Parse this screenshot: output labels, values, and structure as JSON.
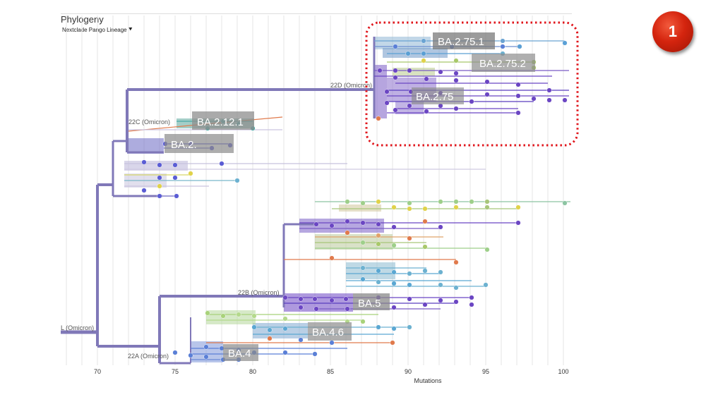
{
  "panel": {
    "title": "Phylogeny",
    "coloring_dropdown": {
      "label": "Nextclade Pango Lineage",
      "icon": "chevron-down-icon"
    }
  },
  "badge": {
    "number": "1",
    "color": "#d4240e"
  },
  "axis": {
    "label": "Mutations",
    "range": [
      67.5,
      100.5
    ],
    "ticks": [
      "70",
      "75",
      "80",
      "85",
      "90",
      "95",
      "100"
    ]
  },
  "clades": {
    "c21l": "L (Omicron)",
    "c22a": "22A (Omicron)",
    "c22b": "22B (Omicron)",
    "c22c": "22C (Omicron)",
    "c22d": "22D (Omicron)"
  },
  "lineages": {
    "ba2_75_1": "BA.2.75.1",
    "ba2_75_2": "BA.2.75.2",
    "ba2_75": "BA.2.75",
    "ba2_12_1": "BA.2.12.1",
    "ba2": "BA.2.",
    "ba5": "BA.5",
    "ba4_6": "BA.4.6",
    "ba4": "BA.4"
  },
  "highlight": {
    "color": "#e0161c",
    "style": "dotted"
  }
}
